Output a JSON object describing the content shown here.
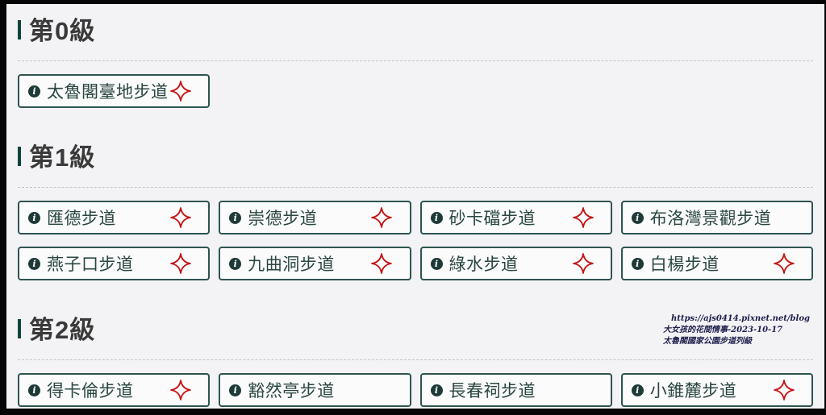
{
  "theme": {
    "page_background": "#f3f2f4",
    "frame_color": "#060606",
    "button_border_color": "#2e5450",
    "button_text_color": "#2a4741",
    "heading_color": "#3a3a3a",
    "heading_tick_color": "#0f433e",
    "star_color": "#c41414",
    "info_icon_color": "#1e3a37",
    "watermark_color": "#1e1e4e"
  },
  "sections": [
    {
      "title": "第0級",
      "trails": [
        {
          "name": "太魯閣臺地步道",
          "starred": true
        }
      ]
    },
    {
      "title": "第1級",
      "trails": [
        {
          "name": "匯德步道",
          "starred": true
        },
        {
          "name": "崇德步道",
          "starred": true
        },
        {
          "name": "砂卡礑步道",
          "starred": true
        },
        {
          "name": "布洛灣景觀步道",
          "starred": false
        },
        {
          "name": "燕子口步道",
          "starred": true
        },
        {
          "name": "九曲洞步道",
          "starred": true
        },
        {
          "name": "綠水步道",
          "starred": true
        },
        {
          "name": "白楊步道",
          "starred": true
        }
      ]
    },
    {
      "title": "第2級",
      "trails": [
        {
          "name": "得卡倫步道",
          "starred": true
        },
        {
          "name": "豁然亭步道",
          "starred": false
        },
        {
          "name": "長春祠步道",
          "starred": false
        },
        {
          "name": "小錐麓步道",
          "starred": true
        }
      ]
    }
  ],
  "watermark": {
    "line1": "https://ajs0414.pixnet.net/blog",
    "line2": "大女孩的花間情事-2023-10-17",
    "line3": "太魯閣國家公園步道列級"
  }
}
